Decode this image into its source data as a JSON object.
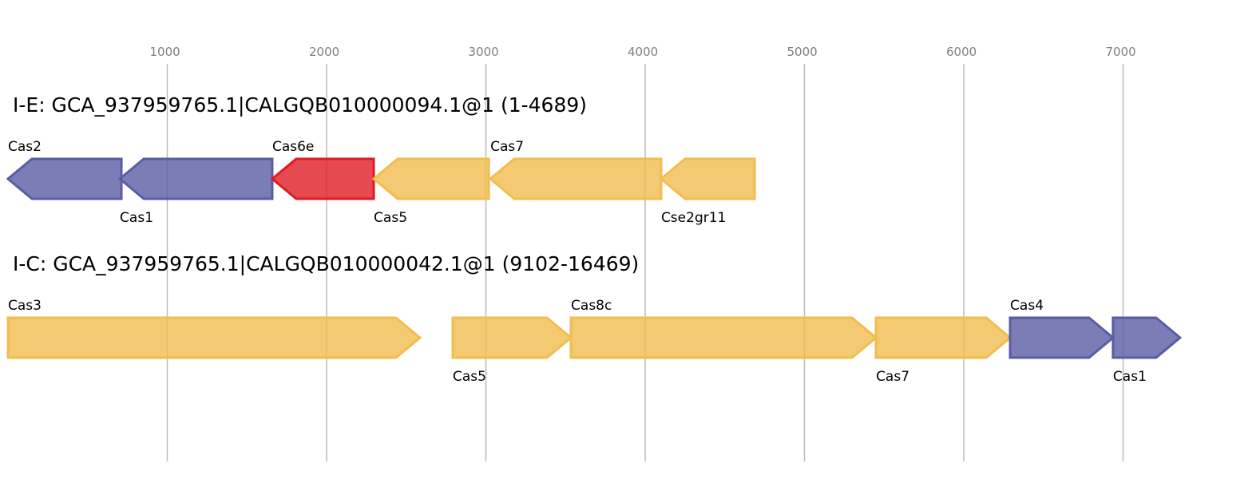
{
  "axis": {
    "ticks": [
      1000,
      2000,
      3000,
      4000,
      5000,
      6000,
      7000
    ]
  },
  "colors": {
    "purple": "#5a5ca5",
    "red": "#e01b24",
    "yellow": "#f0bd4f",
    "grid": "#bbbbbb"
  },
  "tracks": [
    {
      "title": "I-E: GCA_937959765.1|CALGQB010000094.1@1 (1-4689)",
      "genes": [
        {
          "name": "Cas2",
          "start": 0,
          "end": 712,
          "strand": "-",
          "color": "purple",
          "label": "above"
        },
        {
          "name": "Cas1",
          "start": 702,
          "end": 1659,
          "strand": "-",
          "color": "purple",
          "label": "below"
        },
        {
          "name": "Cas6e",
          "start": 1659,
          "end": 2296,
          "strand": "-",
          "color": "red",
          "label": "above"
        },
        {
          "name": "Cas5",
          "start": 2296,
          "end": 3018,
          "strand": "-",
          "color": "yellow",
          "label": "below"
        },
        {
          "name": "Cas7",
          "start": 3028,
          "end": 4100,
          "strand": "-",
          "color": "yellow",
          "label": "above"
        },
        {
          "name": "Cse2gr11",
          "start": 4100,
          "end": 4687,
          "strand": "-",
          "color": "yellow",
          "label": "below"
        }
      ]
    },
    {
      "title": "I-C: GCA_937959765.1|CALGQB010000042.1@1 (9102-16469)",
      "genes": [
        {
          "name": "Cas3",
          "start": 0,
          "end": 2586,
          "strand": "+",
          "color": "yellow",
          "label": "above"
        },
        {
          "name": "Cas5",
          "start": 2792,
          "end": 3534,
          "strand": "+",
          "color": "yellow",
          "label": "below"
        },
        {
          "name": "Cas8c",
          "start": 3534,
          "end": 5449,
          "strand": "+",
          "color": "yellow",
          "label": "above"
        },
        {
          "name": "Cas7",
          "start": 5449,
          "end": 6291,
          "strand": "+",
          "color": "yellow",
          "label": "below"
        },
        {
          "name": "Cas4",
          "start": 6291,
          "end": 6937,
          "strand": "+",
          "color": "purple",
          "label": "above"
        },
        {
          "name": "Cas1",
          "start": 6937,
          "end": 7358,
          "strand": "+",
          "color": "purple",
          "label": "below"
        }
      ]
    }
  ]
}
